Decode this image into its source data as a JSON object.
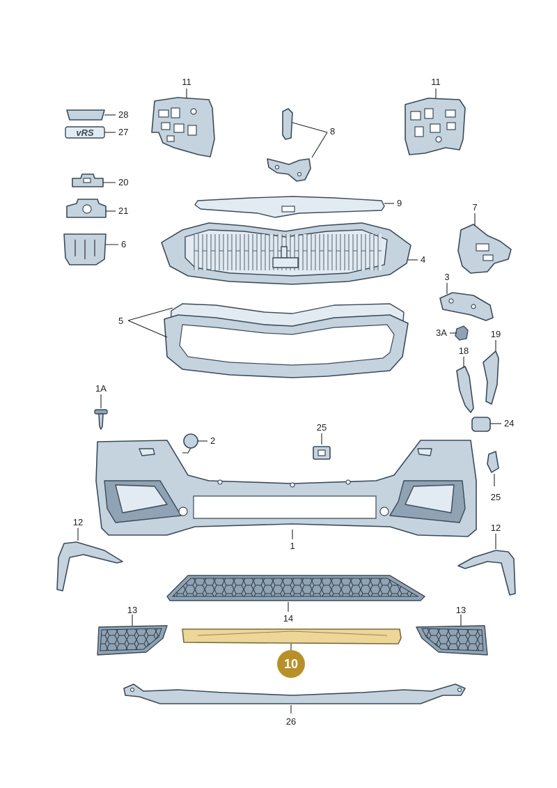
{
  "labels": {
    "p1": "1",
    "p1A": "1A",
    "p2": "2",
    "p3": "3",
    "p3A": "3A",
    "p4": "4",
    "p5": "5",
    "p6": "6",
    "p7": "7",
    "p8": "8",
    "p9": "9",
    "p11a": "11",
    "p11b": "11",
    "p12a": "12",
    "p12b": "12",
    "p13a": "13",
    "p13b": "13",
    "p14": "14",
    "p18": "18",
    "p19": "19",
    "p20": "20",
    "p21": "21",
    "p24": "24",
    "p25a": "25",
    "p25b": "25",
    "p26": "26",
    "p27": "27",
    "p28": "28"
  },
  "highlight": {
    "badge": "10",
    "color": "#b8902a"
  },
  "emblem": {
    "text": "vRS"
  }
}
